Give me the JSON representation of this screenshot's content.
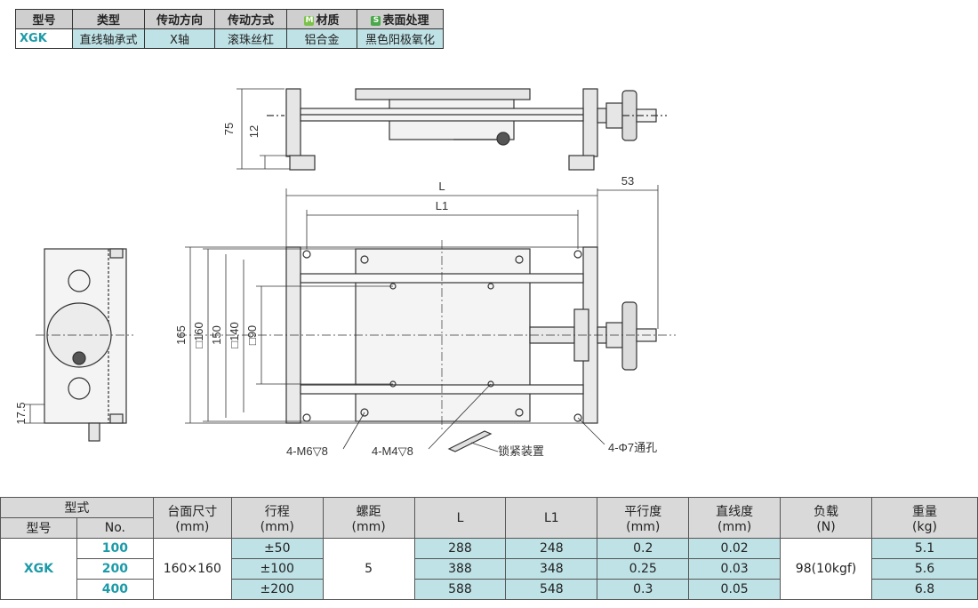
{
  "spec_table": {
    "headers": [
      "型号",
      "类型",
      "传动方向",
      "传动方式",
      "材质",
      "表面处理"
    ],
    "material_badge": "M",
    "surface_badge": "S",
    "row": [
      "XGK",
      "直线轴承式",
      "X轴",
      "滚珠丝杠",
      "铝合金",
      "黑色阳极氧化"
    ]
  },
  "drawing": {
    "dim_L": "L",
    "dim_L1": "L1",
    "dim_53": "53",
    "dim_75": "75",
    "dim_12": "12",
    "dim_165": "165",
    "dim_160": "□160",
    "dim_150": "150",
    "dim_140": "□140",
    "dim_90": "□90",
    "dim_17_5": "17.5",
    "note_m6": "4-M6▽8",
    "note_m4": "4-M4▽8",
    "note_lock": "锁紧装置",
    "note_hole": "4-Φ7通孔"
  },
  "main_table": {
    "h_type": "型式",
    "h_model": "型号",
    "h_no": "No.",
    "h_table": "台面尺寸",
    "h_table_unit": "(mm)",
    "h_stroke": "行程",
    "h_stroke_unit": "(mm)",
    "h_pitch": "螺距",
    "h_pitch_unit": "(mm)",
    "h_L": "L",
    "h_L1": "L1",
    "h_par": "平行度",
    "h_par_unit": "(mm)",
    "h_str": "直线度",
    "h_str_unit": "(mm)",
    "h_load": "负载",
    "h_load_unit": "(N)",
    "h_weight": "重量",
    "h_weight_unit": "(kg)",
    "model": "XGK",
    "table_size": "160×160",
    "pitch": "5",
    "load": "98(10kgf)",
    "rows": [
      {
        "no": "100",
        "stroke": "±50",
        "L": "288",
        "L1": "248",
        "par": "0.2",
        "str": "0.02",
        "weight": "5.1"
      },
      {
        "no": "200",
        "stroke": "±100",
        "L": "388",
        "L1": "348",
        "par": "0.25",
        "str": "0.03",
        "weight": "5.6"
      },
      {
        "no": "400",
        "stroke": "±200",
        "L": "588",
        "L1": "548",
        "par": "0.3",
        "str": "0.05",
        "weight": "6.8"
      }
    ]
  }
}
